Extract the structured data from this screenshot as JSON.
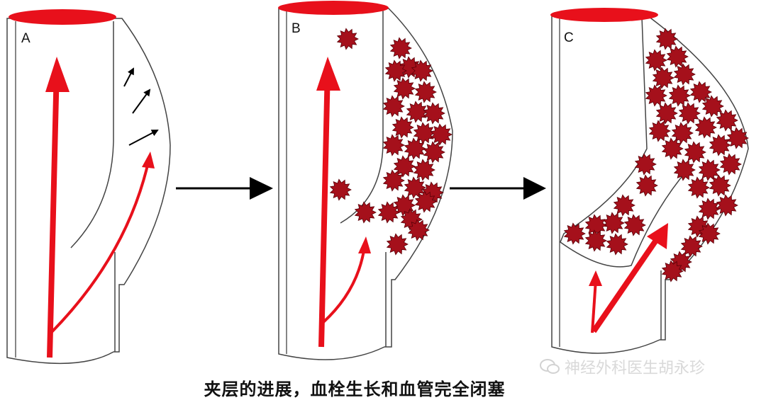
{
  "panels": [
    {
      "label": "A"
    },
    {
      "label": "B"
    },
    {
      "label": "C"
    }
  ],
  "caption": "夹层的进展，血栓生长和血管完全闭塞",
  "watermark": "神经外科医生胡永珍",
  "colors": {
    "vessel_opening": "#e8101b",
    "flow_arrow": "#e8101b",
    "thrombus": "#a5101b",
    "thrombus_dark": "#5a0008",
    "outline": "#444444",
    "transition_arrow": "#000000"
  }
}
